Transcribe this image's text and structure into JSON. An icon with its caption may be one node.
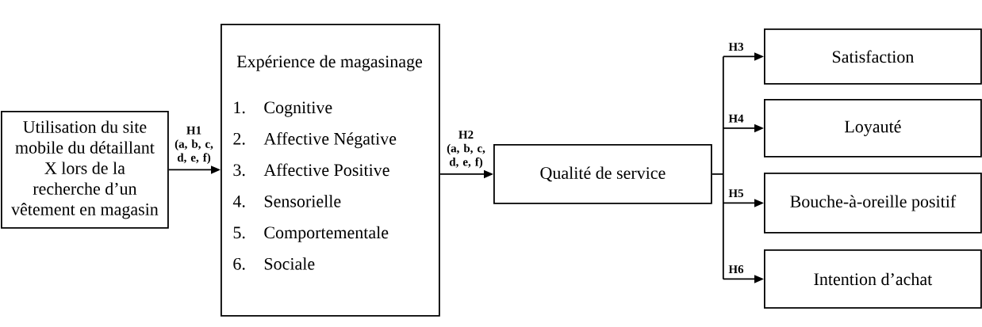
{
  "diagram": {
    "nodes": [
      {
        "text": [
          "Utilisation du site mobile du détaillant X lors de la recherche d’un vêtement en magasin"
        ]
      },
      {
        "text": [
          "Expérience de magasinage",
          "1. Cognitive",
          "2. Affective Négative",
          "3. Affective Positive",
          "4. Sensorielle",
          "5. Comportementale",
          "6. Sociale"
        ]
      },
      {
        "text": [
          "Qualité de service"
        ]
      },
      {
        "text": [
          "Satisfaction"
        ]
      },
      {
        "text": [
          "Loyauté"
        ]
      },
      {
        "text": [
          "Bouche-à-oreille positif"
        ]
      },
      {
        "text": [
          "Intention d’achat"
        ]
      }
    ],
    "edges": [
      {
        "from": 0,
        "to": 1,
        "arrow": "to",
        "label": "H1 (a, b, c, d, e, f)"
      },
      {
        "from": 1,
        "to": 2,
        "arrow": "to",
        "label": "H2 (a, b, c, d, e, f)"
      },
      {
        "from": 2,
        "to": 3,
        "arrow": "to",
        "label": "H3"
      },
      {
        "from": 2,
        "to": 4,
        "arrow": "to",
        "label": "H4"
      },
      {
        "from": 2,
        "to": 5,
        "arrow": "to",
        "label": "H5"
      },
      {
        "from": 2,
        "to": 6,
        "arrow": "to",
        "label": "H6"
      }
    ]
  }
}
